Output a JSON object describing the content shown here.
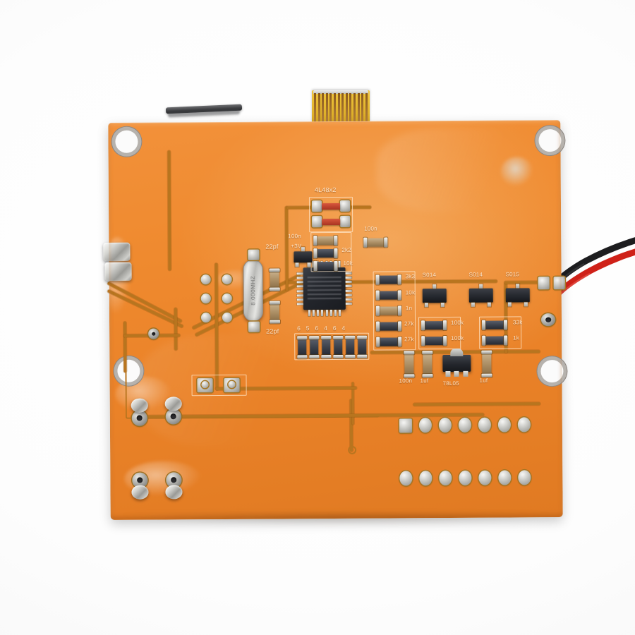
{
  "scene": {
    "subject": "LCR-T4 transistor tester PCB, solder side",
    "background_color": "#ffffff",
    "board_color": "#ea8228",
    "trace_color": "#b8751f",
    "silkscreen_color": "#ffe9cf"
  },
  "board": {
    "mounting_holes": 4,
    "wires": [
      {
        "name": "battery-wire-red",
        "color": "#d8261f"
      },
      {
        "name": "battery-wire-black",
        "color": "#1d1d1f"
      }
    ],
    "connector": {
      "name": "lcd-fpc-connector",
      "color": "#e8bc32",
      "pins": 14
    }
  },
  "silkscreen": {
    "diode_array": "4L48x2",
    "cap_100n_a": "100n",
    "cap_100n_b": "100n",
    "cap_100n_c": "100n",
    "res_2k2": "2k2",
    "res_10k_a": "10k",
    "res_10k_b": "10k",
    "cap_22pf_top": "22pf",
    "cap_22pf_bot": "22pf",
    "res_3k3": "3k3",
    "cap_1n": "1n",
    "res_27k_a": "27k",
    "res_27k_b": "27k",
    "res_100k_a": "100k",
    "res_100k_b": "100k",
    "res_33k": "33k",
    "res_1k": "1k",
    "q1": "S014",
    "q2": "S014",
    "q3": "S015",
    "regulator": "78L05",
    "cap_100n_reg": "100n",
    "cap_1uf_a": "1uf",
    "cap_1uf_b": "1uf",
    "plus3v": "+3V",
    "resistor_row_numbers": "6 5 6 4 6 4"
  },
  "components": {
    "mcu": {
      "name": "atmega-mcu",
      "package": "TQFP-32",
      "pins_per_side": 8
    },
    "crystal": {
      "name": "crystal-oscillator",
      "marking": "8.000MHZ"
    },
    "pin_header_rows": [
      {
        "name": "pad-row-upper",
        "count": 7
      },
      {
        "name": "pad-row-lower",
        "count": 7
      }
    ],
    "test_socket_pads": {
      "name": "zif-socket-solder-pads",
      "count": 6
    }
  }
}
